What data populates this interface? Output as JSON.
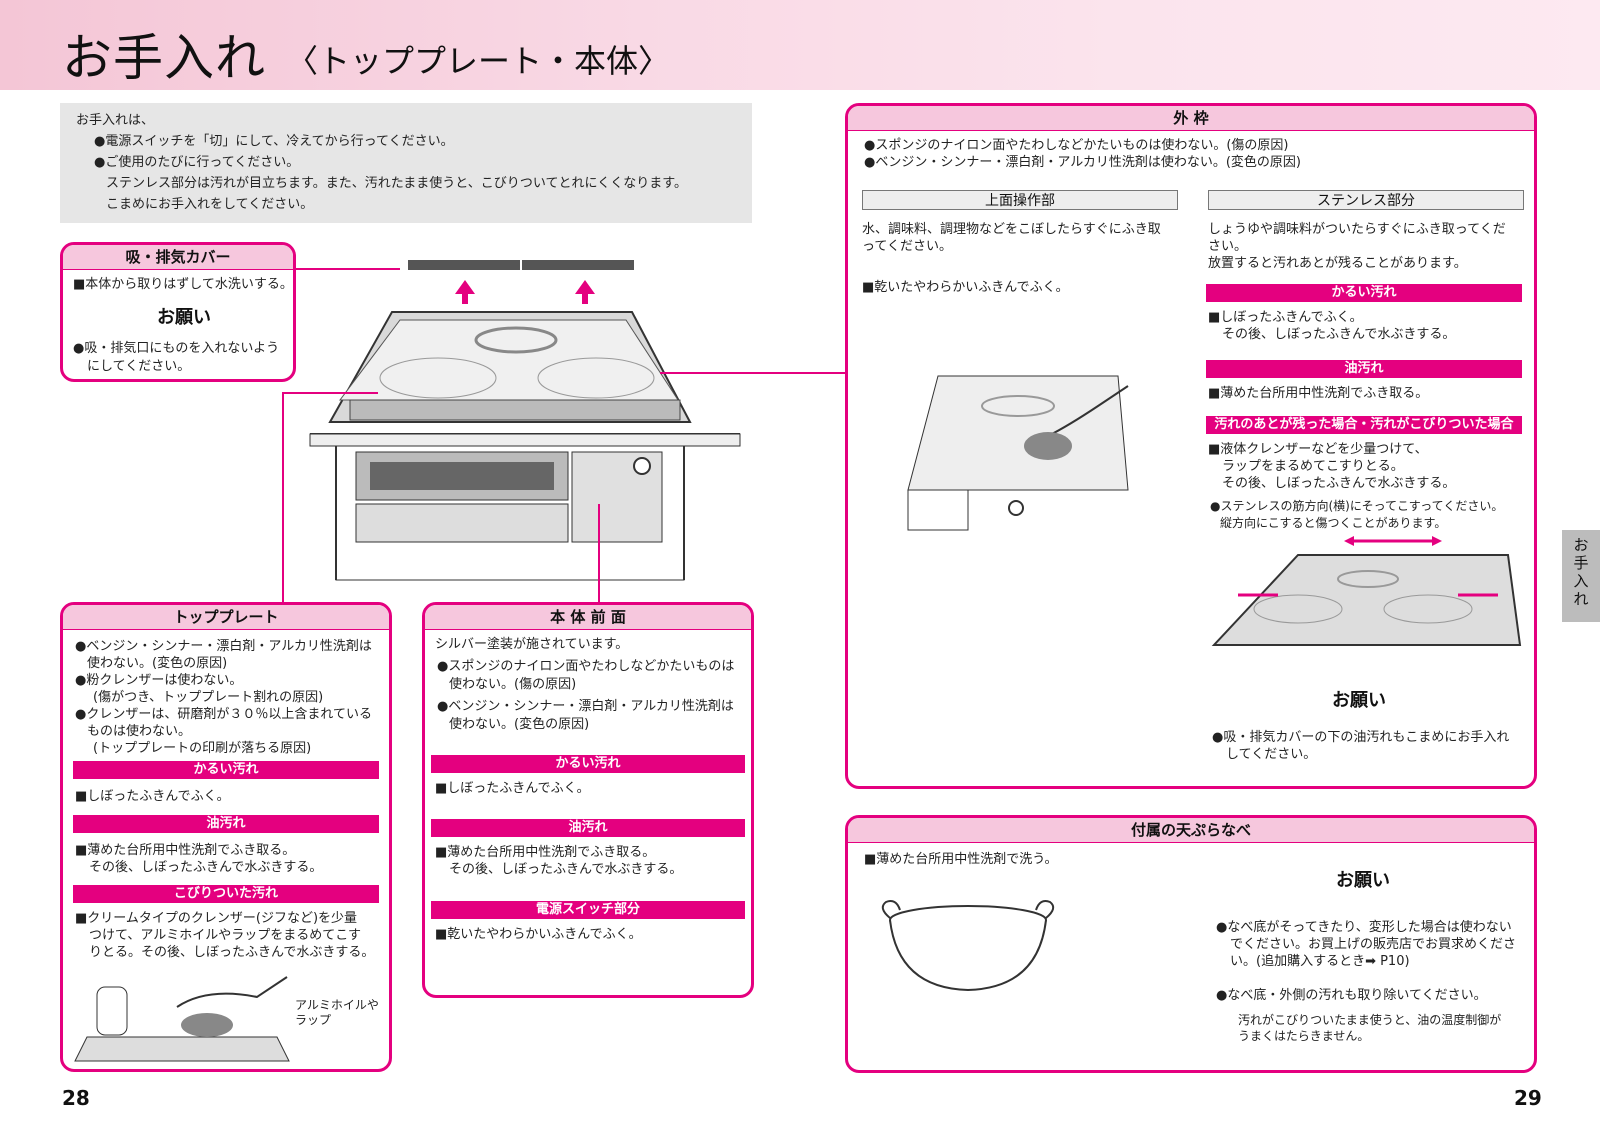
{
  "header": {
    "title": "お手入れ",
    "subtitle": "〈トッププレート・本体〉"
  },
  "intro": {
    "lead": "お手入れは、",
    "items": [
      "●電源スイッチを「切」にして、冷えてから行ってください。",
      "●ご使用のたびに行ってください。"
    ],
    "extra": [
      "ステンレス部分は汚れが目立ちます。また、汚れたまま使うと、こびりついてとれにくくなります。",
      "こまめにお手入れをしてください。"
    ]
  },
  "cover": {
    "title": "吸・排気カバー",
    "body": "■本体から取りはずして水洗いする。",
    "onegai": "お願い",
    "note1": "●吸・排気口にものを入れないよう",
    "note2": "にしてください。"
  },
  "topplate": {
    "title": "トッププレート",
    "lines": [
      "●ベンジン・シンナー・漂白剤・アルカリ性洗剤は",
      "使わない。(変色の原因)",
      "●粉クレンザーは使わない。",
      "(傷がつき、トッププレート割れの原因)",
      "●クレンザーは、研磨剤が３０％以上含まれている",
      "ものは使わない。",
      "(トッププレートの印刷が落ちる原因)"
    ],
    "bar_light": "かるい汚れ",
    "light": "■しぼったふきんでふく。",
    "bar_oil": "油汚れ",
    "oil1": "■薄めた台所用中性洗剤でふき取る。",
    "oil2": "その後、しぼったふきんで水ぶきする。",
    "bar_stuck": "こびりついた汚れ",
    "stuck1": "■クリームタイプのクレンザー(ジフなど)を少量",
    "stuck2": "つけて、アルミホイルやラップをまるめてこす",
    "stuck3": "りとる。その後、しぼったふきんで水ぶきする。",
    "callout1": "アルミホイルや",
    "callout2": "ラップ"
  },
  "front": {
    "title": "本 体 前 面",
    "lead": "シルバー塗装が施されています。",
    "lines": [
      "●スポンジのナイロン面やたわしなどかたいものは",
      "使わない。(傷の原因)",
      "●ベンジン・シンナー・漂白剤・アルカリ性洗剤は",
      "使わない。(変色の原因)"
    ],
    "bar_light": "かるい汚れ",
    "light": "■しぼったふきんでふく。",
    "bar_oil": "油汚れ",
    "oil1": "■薄めた台所用中性洗剤でふき取る。",
    "oil2": "その後、しぼったふきんで水ぶきする。",
    "bar_switch": "電源スイッチ部分",
    "switch": "■乾いたやわらかいふきんでふく。"
  },
  "frame": {
    "title": "外 枠",
    "l1": "●スポンジのナイロン面やたわしなどかたいものは使わない。(傷の原因)",
    "l2": "●ベンジン・シンナー・漂白剤・アルカリ性洗剤は使わない。(変色の原因)",
    "left_head": "上面操作部",
    "left1": "水、調味料、調理物などをこぼしたらすぐにふき取",
    "left2": "ってください。",
    "left3": "■乾いたやわらかいふきんでふく。",
    "right_head": "ステンレス部分",
    "right1": "しょうゆや調味料がついたらすぐにふき取ってくだ",
    "right2": "さい。",
    "right3": "放置すると汚れあとが残ることがあります。",
    "bar_light": "かるい汚れ",
    "light1": "■しぼったふきんでふく。",
    "light2": "その後、しぼったふきんで水ぶきする。",
    "bar_oil": "油汚れ",
    "oil": "■薄めた台所用中性洗剤でふき取る。",
    "bar_stuck": "汚れのあとが残った場合・汚れがこびりついた場合",
    "stuck1": "■液体クレンザーなどを少量つけて、",
    "stuck2": "ラップをまるめてこすりとる。",
    "stuck3": "その後、しぼったふきんで水ぶきする。",
    "note1": "●ステンレスの筋方向(横)にそってこすってください。",
    "note2": "縦方向にこすると傷つくことがあります。",
    "onegai": "お願い",
    "onegai1": "●吸・排気カバーの下の油汚れもこまめにお手入れ",
    "onegai2": "してください。"
  },
  "pot": {
    "title": "付属の天ぷらなべ",
    "body": "■薄めた台所用中性洗剤で洗う。",
    "onegai": "お願い",
    "n1": "●なべ底がそってきたり、変形した場合は使わない",
    "n2": "でください。お買上げの販売店でお買求めくださ",
    "n3": "い。(追加購入するとき➡ P10)",
    "n4": "●なべ底・外側の汚れも取り除いてください。",
    "n5": "汚れがこびりついたまま使うと、油の温度制御が",
    "n6": "うまくはたらきません。"
  },
  "side_tab": "お手入れ",
  "pages": {
    "left": "28",
    "right": "29"
  }
}
